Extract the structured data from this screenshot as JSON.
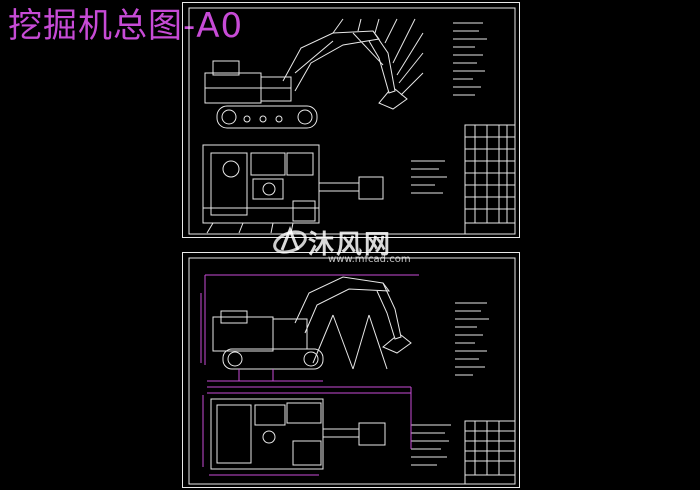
{
  "title": "挖掘机总图-A0",
  "watermark": {
    "text": "沐风网",
    "url": "www.mfcad.com"
  },
  "colors": {
    "background": "#000000",
    "title": "#c74bd6",
    "line": "#e8e8e8",
    "dimension": "#c74bd6"
  }
}
